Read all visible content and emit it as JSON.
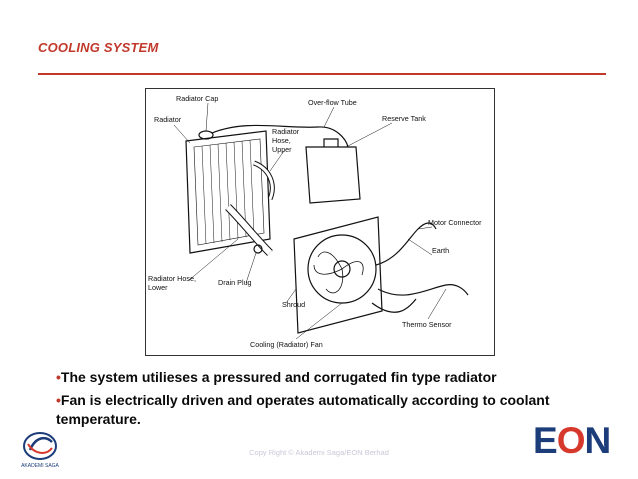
{
  "slide": {
    "title": "COOLING SYSTEM",
    "accent_color": "#c0392b"
  },
  "diagram": {
    "labels": {
      "radiator_cap": "Radiator Cap",
      "radiator": "Radiator",
      "overflow_tube": "Over-flow Tube",
      "reserve_tank": "Reserve Tank",
      "hose_upper_1": "Radiator",
      "hose_upper_2": "Hose,",
      "hose_upper_3": "Upper",
      "motor_connector": "Motor Connector",
      "earth": "Earth",
      "hose_lower_1": "Radiator Hose,",
      "hose_lower_2": "Lower",
      "drain_plug": "Drain Plug",
      "shroud": "Shroud",
      "thermo_sensor": "Thermo Sensor",
      "cooling_fan": "Cooling (Radiator) Fan"
    }
  },
  "bullets": [
    {
      "mark": "•",
      "text": "The system utilieses a pressured and corrugated fin type radiator"
    },
    {
      "mark": "•",
      "text": "Fan is electrically driven and operates automatically according to coolant temperature."
    }
  ],
  "footer": {
    "copyright": "Copy Right © Akademi Saga/EON Berhad",
    "left_logo_text": "AKADEMI SAGA",
    "right_logo": {
      "e": "E",
      "o": "O",
      "n": "N"
    }
  }
}
